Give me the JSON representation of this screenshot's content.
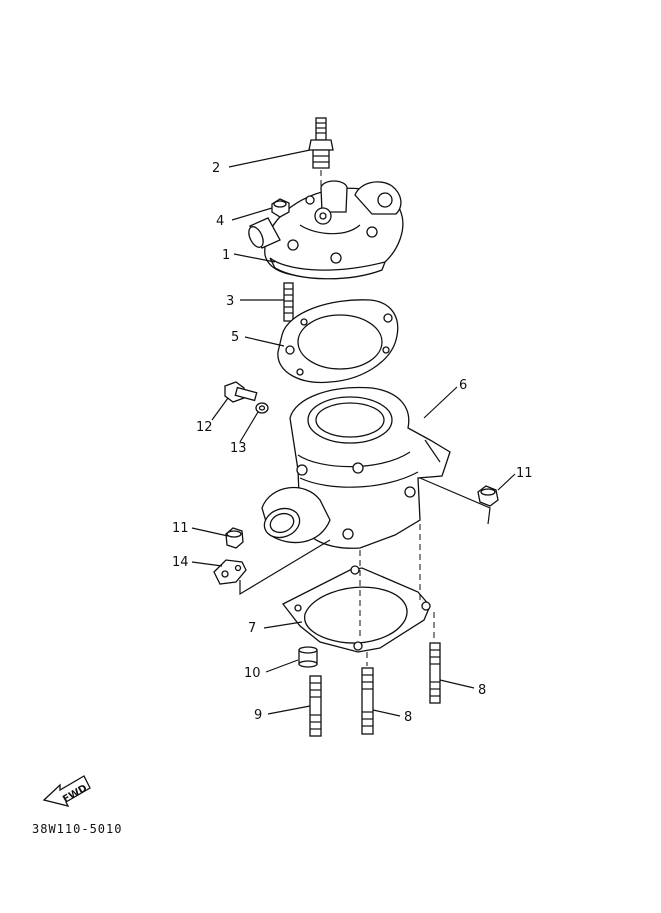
{
  "labels": {
    "p1": "1",
    "p2": "2",
    "p3": "3",
    "p4": "4",
    "p5": "5",
    "p6": "6",
    "p7": "7",
    "p8a": "8",
    "p8b": "8",
    "p9": "9",
    "p10": "10",
    "p11a": "11",
    "p11b": "11",
    "p12": "12",
    "p13": "13",
    "p14": "14"
  },
  "fwd_label": "FWD",
  "diagram_code": "38W110-5010",
  "colors": {
    "ink": "#111111",
    "paper": "#ffffff"
  }
}
